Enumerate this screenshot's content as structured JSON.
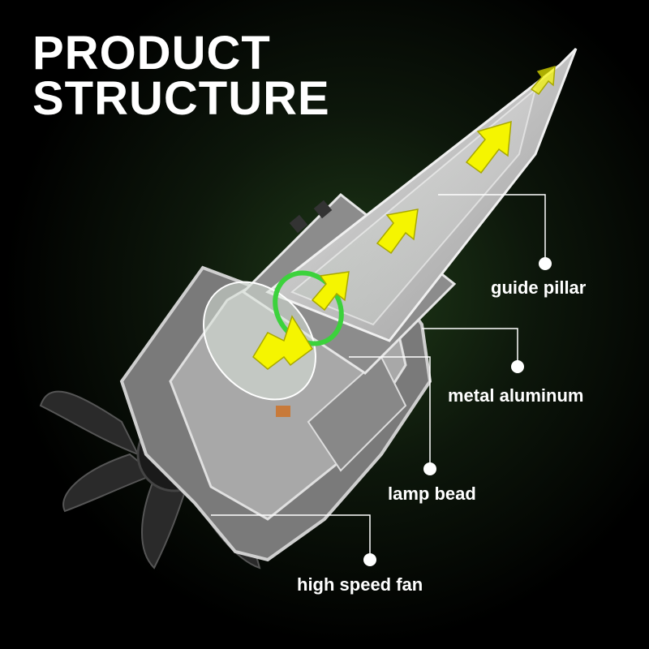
{
  "title": {
    "line1": "PRODUCT",
    "line2": "STRUCTURE"
  },
  "callouts": {
    "guide_pillar": "guide pillar",
    "metal_aluminum": "metal aluminum",
    "lamp_bead": "lamp bead",
    "high_speed_fan": "high speed fan"
  },
  "colors": {
    "background": "#000000",
    "glow": "#1f3a18",
    "arrow_yellow": "#f5f500",
    "ring_green": "#3cd23c",
    "housing_grey": "#c8c8c8",
    "text": "#ffffff"
  }
}
